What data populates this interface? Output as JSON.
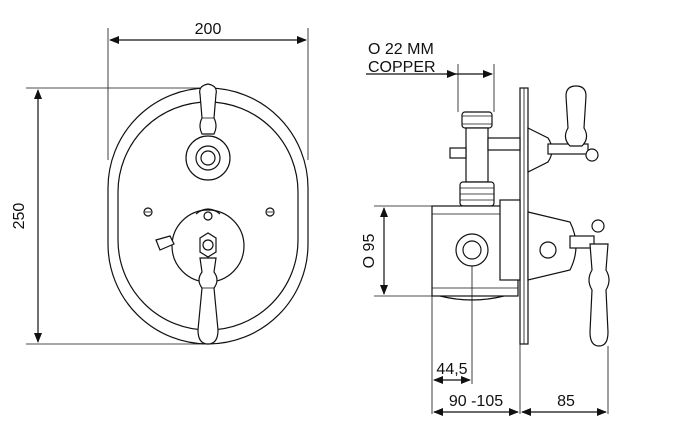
{
  "front_view": {
    "width_label": "200",
    "height_label": "250"
  },
  "side_view": {
    "pipe_note_line1": "O 22 MM",
    "pipe_note_line2": "COPPER",
    "body_diameter_label": "O 95",
    "offset_label": "44,5",
    "depth_label": "90 -105",
    "handle_label": "85"
  },
  "icons": {
    "arrow": "arrowhead-icon"
  }
}
